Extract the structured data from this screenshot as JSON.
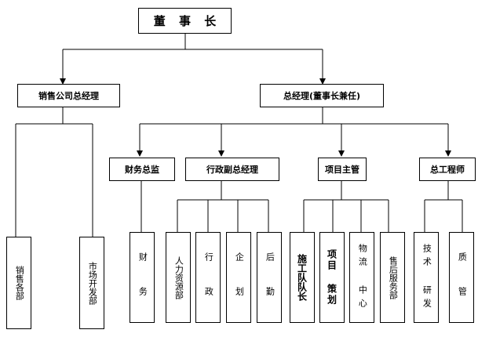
{
  "nodes": {
    "chairman": "董 事 长",
    "sales_gm": "销售公司总经理",
    "gm": "总经理(董事长兼任)",
    "finance_director": "财务总监",
    "admin_vice_gm": "行政副总经理",
    "project_manager": "项目主管",
    "chief_engineer": "总工程师",
    "sales_dept": "销售各部",
    "market_dept": "市场开发部",
    "finance": "财 务",
    "hr_dept": "人力资源部",
    "admin": "行 政",
    "planning": "企 划",
    "logistics": "后 勤",
    "construction_leader": "施工队队长",
    "project_planning": "项目 策划",
    "logistics_center": "物流 中心",
    "after_sales": "售后服务部",
    "tech_rd": "技术 研发",
    "quality": "质 管"
  }
}
